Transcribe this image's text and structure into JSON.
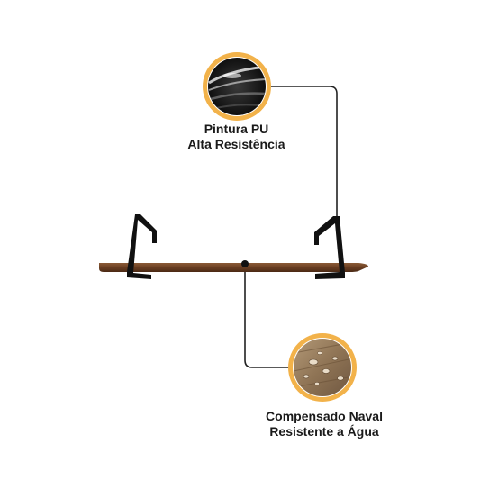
{
  "callouts": [
    {
      "id": "pu",
      "line1": "Pintura PU",
      "line2": "Alta Resistência",
      "icon": "black-glossy-paint-icon"
    },
    {
      "id": "naval",
      "line1": "Compensado Naval",
      "line2": "Resistente a Água",
      "icon": "water-droplets-wood-icon"
    }
  ],
  "colors": {
    "ring": "#f2b24a",
    "wood": "#6b3f22",
    "metal": "#111111",
    "leader": "#222222"
  }
}
